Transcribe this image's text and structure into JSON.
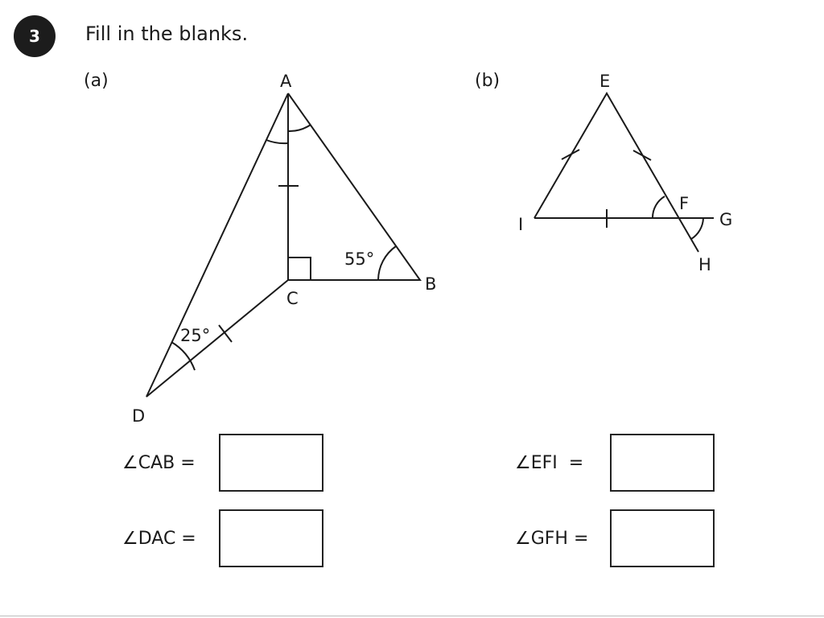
{
  "question_number": "3",
  "instruction": "Fill in the blanks.",
  "part_a": {
    "label": "(a)",
    "points": {
      "A": "A",
      "B": "B",
      "C": "C",
      "D": "D"
    },
    "angle_b": "55°",
    "angle_d": "25°",
    "questions": [
      {
        "label": "∠CAB =",
        "answer": ""
      },
      {
        "label": "∠DAC =",
        "answer": ""
      }
    ]
  },
  "part_b": {
    "label": "(b)",
    "points": {
      "E": "E",
      "F": "F",
      "G": "G",
      "H": "H",
      "I": "I"
    },
    "questions": [
      {
        "label": "∠EFI  =",
        "answer": ""
      },
      {
        "label": "∠GFH =",
        "answer": ""
      }
    ]
  }
}
